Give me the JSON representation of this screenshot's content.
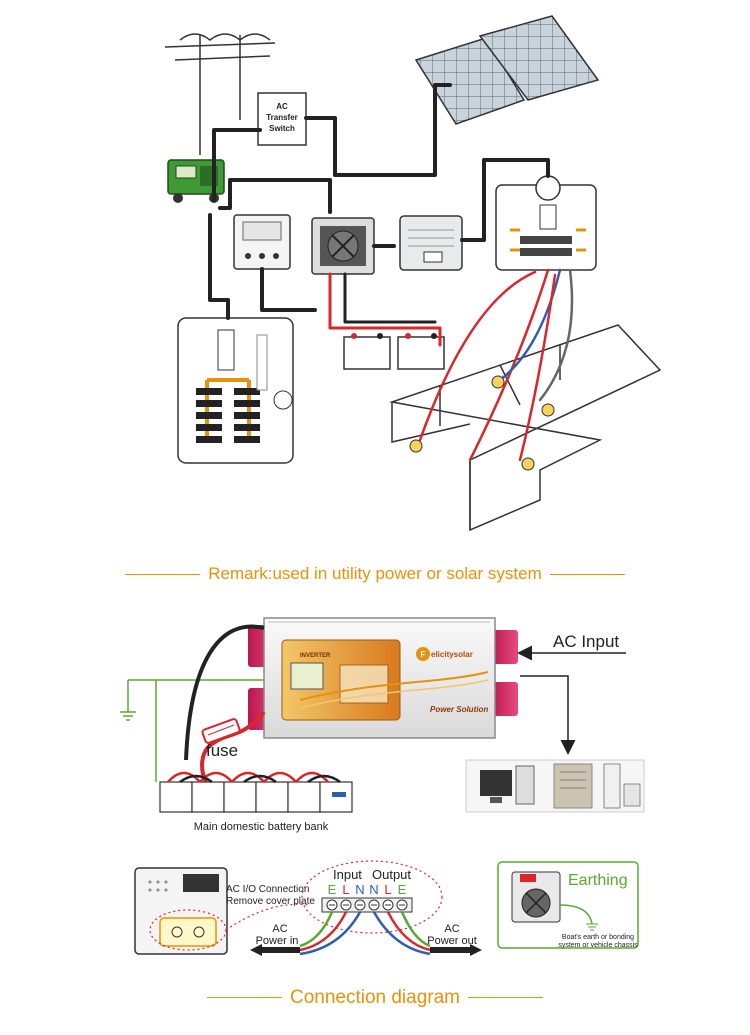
{
  "top_diagram": {
    "transfer_switch_label": [
      "AC",
      "Transfer",
      "Switch"
    ],
    "remark": "Remark:used in utility power or solar system"
  },
  "middle_diagram": {
    "ac_input": "AC Input",
    "fuse": "fuse",
    "battery_bank": "Main domestic battery bank",
    "inverter_brand": "elicitysolar",
    "inverter_brand_initial": "F",
    "inverter_slogan": "Power Solution",
    "inverter_panel_title": "INVERTER"
  },
  "bottom_diagram": {
    "io_connection": [
      "AC I/O Connection",
      "Remove cover plate"
    ],
    "input_label": "Input",
    "output_label": "Output",
    "terminal_letters": [
      "E",
      "L",
      "N",
      "N",
      "L",
      "E"
    ],
    "ac_power_in": [
      "AC",
      "Power in"
    ],
    "ac_power_out": [
      "AC",
      "Power out"
    ],
    "earthing_title": "Earthing",
    "earthing_note": [
      "Boat's earth or bonding",
      "system or vehicle chassis"
    ],
    "caption": "Connection diagram"
  },
  "colors": {
    "accent": "#e8920c",
    "earth_green": "#5aa832",
    "live_red": "#d8262c",
    "neutral_blue": "#2c5fb0",
    "cable": "#222222"
  }
}
